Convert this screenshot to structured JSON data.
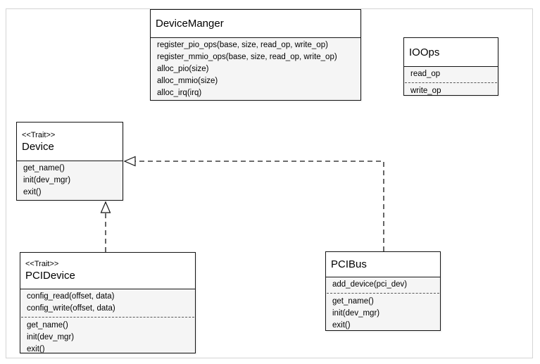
{
  "diagram": {
    "kind": "uml-class-diagram"
  },
  "classes": {
    "device_manger": {
      "title": "DeviceManger",
      "methods": [
        "register_pio_ops(base, size, read_op, write_op)",
        "register_mmio_ops(base, size, read_op, write_op)",
        "alloc_pio(size)",
        "alloc_mmio(size)",
        "alloc_irq(irq)"
      ]
    },
    "io_ops": {
      "title": "IOOps",
      "attributes": [
        "read_op",
        "write_op"
      ]
    },
    "device": {
      "stereotype": "<<Trait>>",
      "title": "Device",
      "methods": [
        "get_name()",
        "init(dev_mgr)",
        "exit()"
      ]
    },
    "pci_device": {
      "stereotype": "<<Trait>>",
      "title": "PCIDevice",
      "methods_group1": [
        "config_read(offset, data)",
        "config_write(offset, data)"
      ],
      "methods_group2": [
        "get_name()",
        "init(dev_mgr)",
        "exit()"
      ]
    },
    "pci_bus": {
      "title": "PCIBus",
      "methods_group1": [
        "add_device(pci_dev)"
      ],
      "methods_group2": [
        "get_name()",
        "init(dev_mgr)",
        "exit()"
      ]
    }
  },
  "relationships": [
    {
      "from": "PCIBus",
      "to": "Device",
      "type": "realization",
      "line_style": "dashed",
      "arrowhead": "hollow-triangle"
    },
    {
      "from": "PCIDevice",
      "to": "Device",
      "type": "realization",
      "line_style": "dashed",
      "arrowhead": "hollow-triangle"
    }
  ],
  "colors": {
    "box_border": "#141414",
    "title_bg": "#ffffff",
    "section_bg": "#f5f5f5",
    "page_border": "#d4d4d4",
    "text": "#000000"
  }
}
